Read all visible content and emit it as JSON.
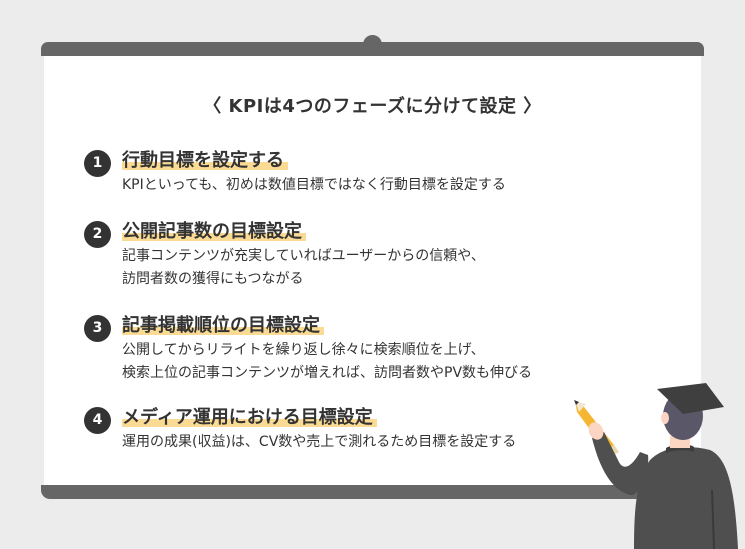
{
  "title": "〈 KPIは4つのフェーズに分けて設定 〉",
  "items": [
    {
      "number": "1",
      "heading": "行動目標を設定する",
      "lines": [
        "KPIといっても、初めは数値目標ではなく行動目標を設定する"
      ]
    },
    {
      "number": "2",
      "heading": "公開記事数の目標設定",
      "lines": [
        "記事コンテンツが充実していればユーザーからの信頼や、",
        "訪問者数の獲得にもつながる"
      ]
    },
    {
      "number": "3",
      "heading": "記事掲載順位の目標設定",
      "lines": [
        "公開してからリライトを繰り返し徐々に検索順位を上げ、",
        "検索上位の記事コンテンツが増えれば、訪問者数やPV数も伸びる"
      ]
    },
    {
      "number": "4",
      "heading": "メディア運用における目標設定",
      "lines": [
        "運用の成果(収益)は、CV数や売上で測れるため目標を設定する"
      ]
    }
  ],
  "colors": {
    "background": "#ececec",
    "board_frame": "#666666",
    "board": "#ffffff",
    "highlight": "#fbdb94",
    "text": "#333333",
    "gown": "#4f4f4f",
    "pencil": "#f5b731"
  },
  "illustration": "graduate-with-pencil"
}
